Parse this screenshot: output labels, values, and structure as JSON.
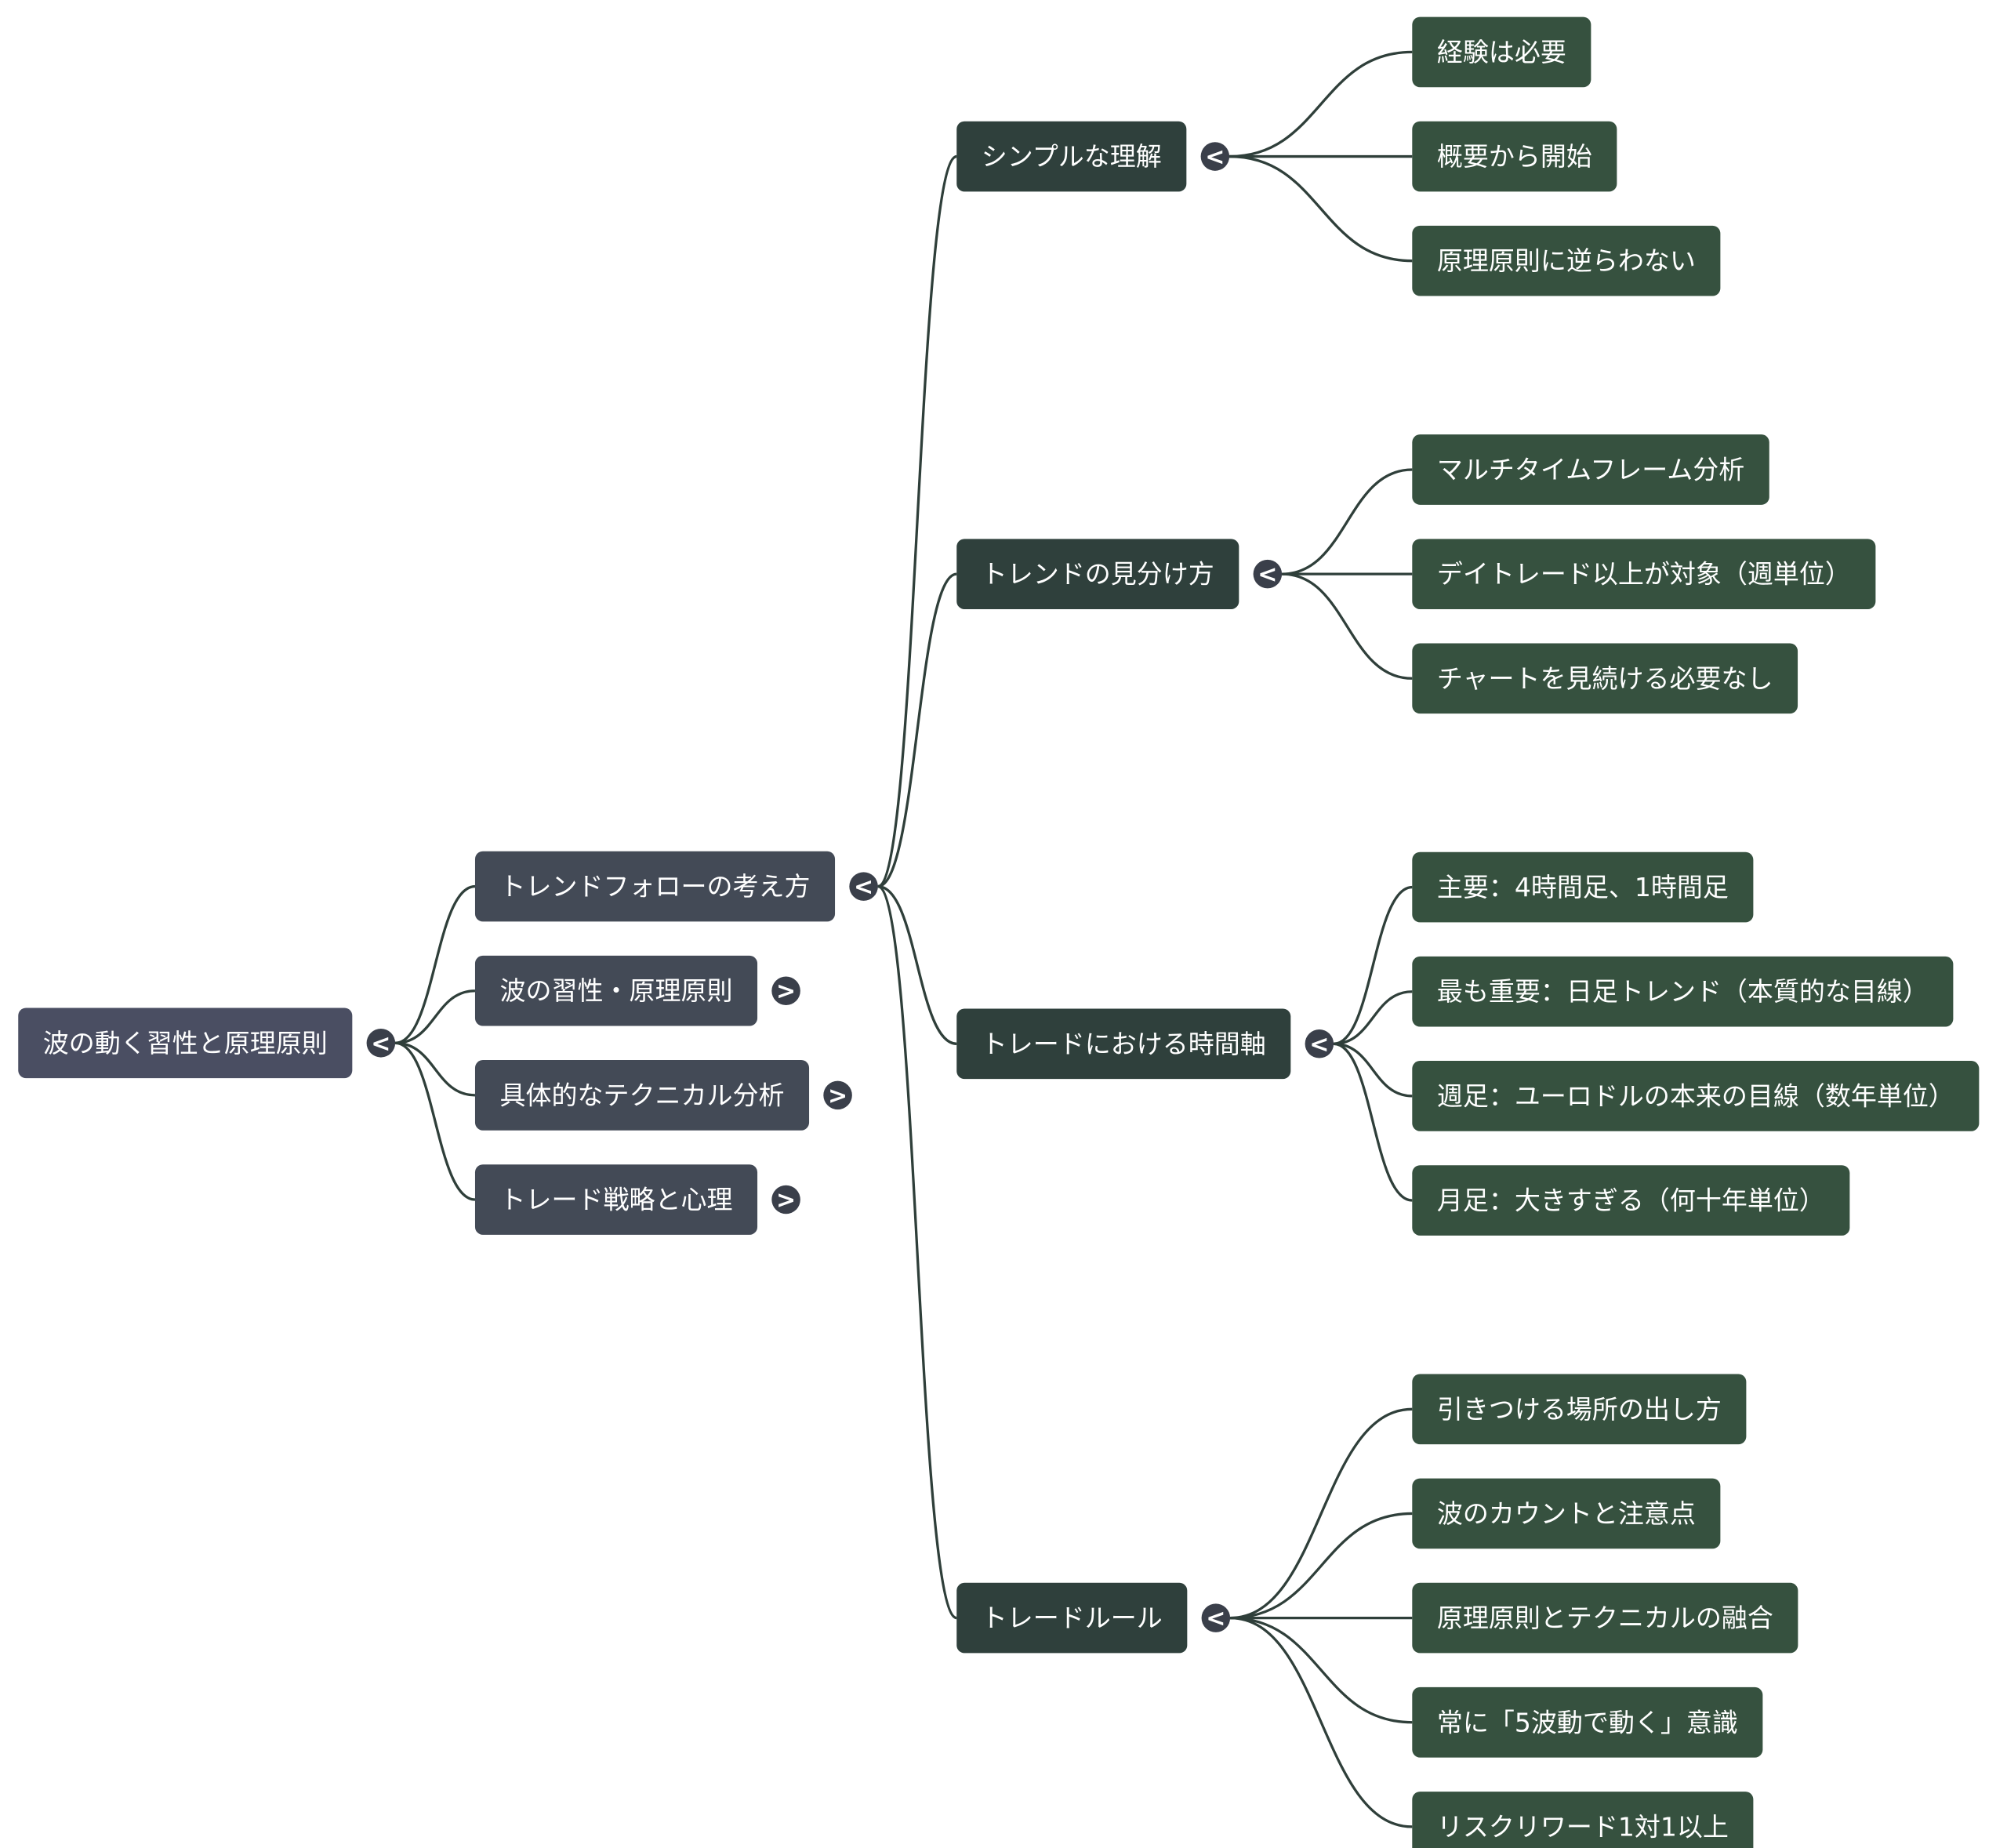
{
  "colors": {
    "root": "#4a4e62",
    "branch": "#434a56",
    "subtopic": "#2f403c",
    "leaf": "#36513f",
    "toggle": "#3a3f4a",
    "edge": "#2f3f3a"
  },
  "icons": {
    "collapse": "collapse-icon",
    "expand": "expand-icon"
  },
  "mindmap": {
    "root": {
      "label": "波の動く習性と原理原則",
      "state": "expanded"
    },
    "branches": [
      {
        "label": "トレンドフォローの考え方",
        "state": "expanded",
        "children": [
          {
            "label": "シンプルな理解",
            "state": "expanded",
            "children": [
              "経験は必要",
              "概要から開始",
              "原理原則に逆らわない"
            ]
          },
          {
            "label": "トレンドの見分け方",
            "state": "expanded",
            "children": [
              "マルチタイムフレーム分析",
              "デイトレード以上が対象（週単位）",
              "チャートを見続ける必要なし"
            ]
          },
          {
            "label": "トレードにおける時間軸",
            "state": "expanded",
            "children": [
              "主要：4時間足、1時間足",
              "最も重要：日足トレンド（本質的な目線）",
              "週足：ユーロドルの本来の目線（数年単位）",
              "月足：大きすぎる（何十年単位）"
            ]
          },
          {
            "label": "トレードルール",
            "state": "expanded",
            "children": [
              "引きつける場所の出し方",
              "波のカウントと注意点",
              "原理原則とテクニカルの融合",
              "常に「5波動で動く」意識",
              "リスクリワード1対1以上"
            ]
          }
        ]
      },
      {
        "label": "波の習性・原理原則",
        "state": "collapsed",
        "children": []
      },
      {
        "label": "具体的なテクニカル分析",
        "state": "collapsed",
        "children": []
      },
      {
        "label": "トレード戦略と心理",
        "state": "collapsed",
        "children": []
      }
    ]
  }
}
